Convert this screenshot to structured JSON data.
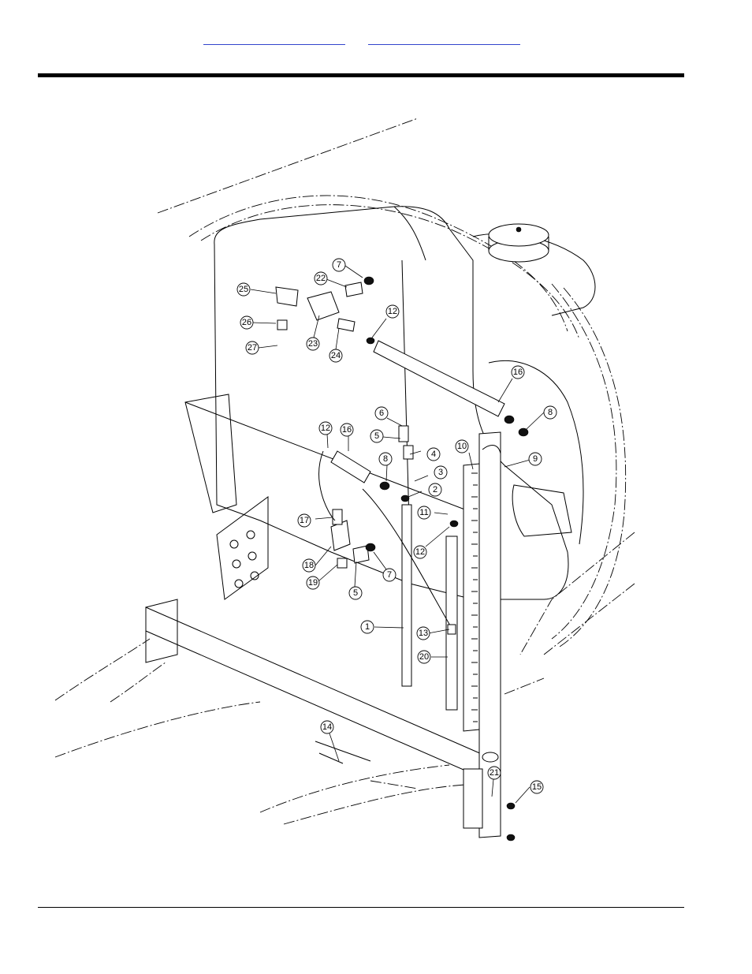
{
  "header": {
    "links": [
      {
        "id": "link-a",
        "label": ""
      },
      {
        "id": "link-b",
        "label": ""
      }
    ]
  },
  "diagram": {
    "callouts": [
      "1",
      "2",
      "3",
      "4",
      "5",
      "6",
      "7",
      "8",
      "9",
      "10",
      "11",
      "12",
      "13",
      "14",
      "15",
      "16",
      "17",
      "18",
      "19",
      "20",
      "21",
      "22",
      "23",
      "24",
      "25",
      "26",
      "27"
    ]
  },
  "colors": {
    "line": "#000000",
    "link": "#3344cc",
    "background": "#ffffff"
  }
}
